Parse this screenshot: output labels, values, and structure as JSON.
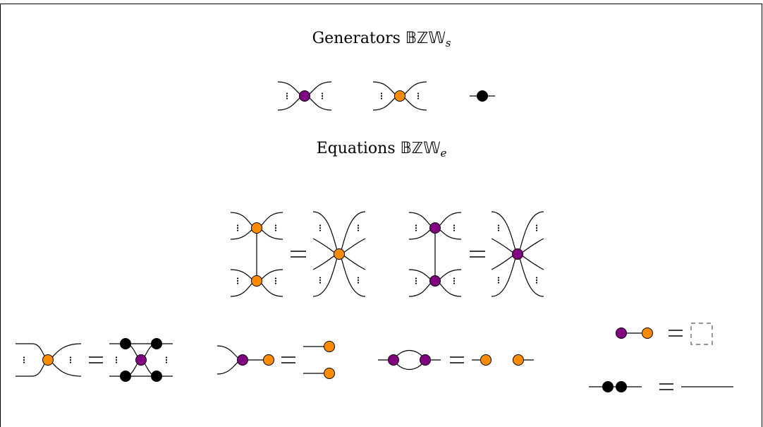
{
  "generators": {
    "title": "Generators",
    "set_symbol": "𝔹ℤ𝕎",
    "subscript": "s"
  },
  "equations": {
    "title": "Equations",
    "set_symbol": "𝔹ℤ𝕎",
    "subscript": "e"
  },
  "colors": {
    "purple": "#800080",
    "orange": "#ff8c00",
    "black": "#000000",
    "wire": "#000000"
  }
}
